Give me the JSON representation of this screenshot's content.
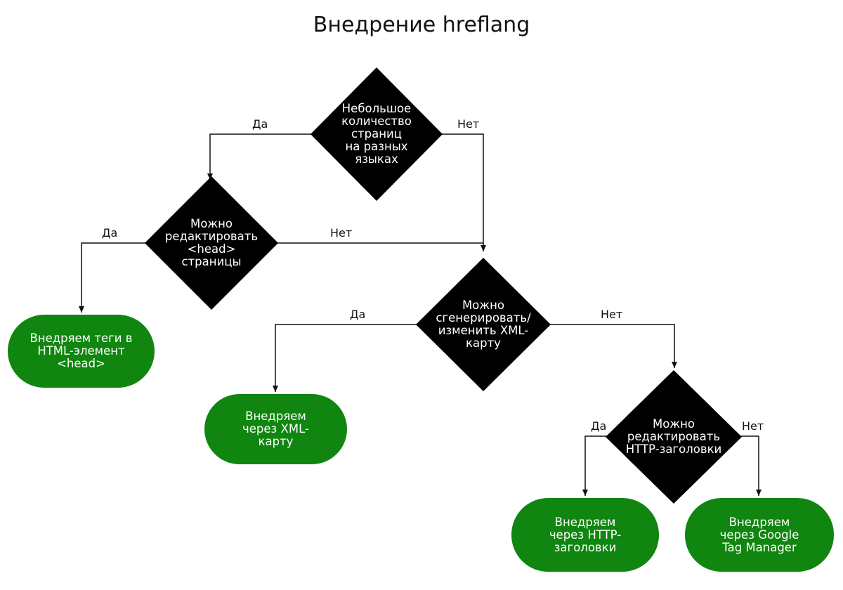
{
  "title": "Внедрение hreflang",
  "decisions": {
    "few_pages": "Небольшое\nколичество\nстраниц\nна разных\nязыках",
    "edit_head": "Можно\nредактировать\n<head>\nстраницы",
    "xml_sitemap": "Можно\nсгенерировать/\nизменить XML-\nкарту",
    "http_headers": "Можно\nредактировать\nHTTP-заголовки"
  },
  "outcomes": {
    "head_tags": "Внедряем теги в\nHTML-элемент\n<head>",
    "via_xml": "Внедряем\nчерез XML-\nкарту",
    "via_http": "Внедряем\nчерез HTTP-\nзаголовки",
    "via_gtm": "Внедряем\nчерез Google\nTag Manager"
  },
  "branch_labels": {
    "yes": "Да",
    "no": "Нет"
  },
  "colors": {
    "decision_fill": "#000000",
    "outcome_fill": "#108610",
    "connector": "#111111",
    "text_on_shape": "#ffffff"
  }
}
